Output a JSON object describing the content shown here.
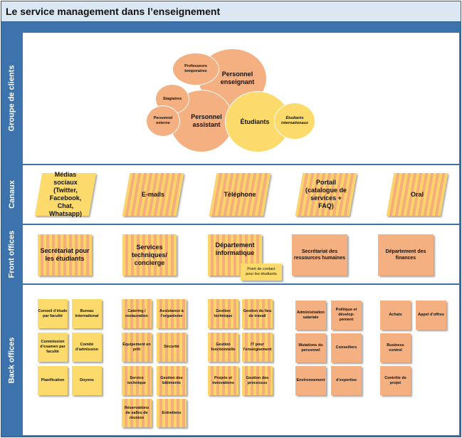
{
  "title": "Le service management dans l’enseignement",
  "lanes": {
    "clients": "Groupe de clients",
    "channels": "Canaux",
    "front": "Front offices",
    "back": "Back offices"
  },
  "clients": {
    "professeurs_temporaires": "Professeurs temporaires",
    "personnel_enseignant": "Personnel enseignant",
    "stagiaires": "Stagiaires",
    "personnel_externe": "Personnel externe",
    "personnel_assistant": "Personnel assistant",
    "etudiants": "Étudiants",
    "etudiants_internationaux": "Étudiants internationaux"
  },
  "channels": {
    "medias_sociaux": "Médias sociaux (Twitter, Facebook, Chat, Whatsapp)",
    "emails": "E-mails",
    "telephone": "Téléphone",
    "portail": "Portail (catalogue de services + FAQ)",
    "oral": "Oral"
  },
  "front": {
    "secretariat_etudiants": "Secrétariat pour les étudiants",
    "services_techniques": "Services techniques/ concierge",
    "departement_informatique": "Département informatique",
    "point_contact": "Point de contact pour les étudiants",
    "secretariat_rh": "Secrétariat des ressources humaines",
    "departement_finances": "Département des finances"
  },
  "back": {
    "conseil_etude": "Conseil d’étude par faculté",
    "bureau_international": "Bureau international",
    "commission_examen": "Commission d’examen par faculté",
    "comite_admission": "Comité d’admission",
    "planification": "Planification",
    "doyens": "Doyens",
    "catering": "Catering / restauration",
    "assistance": "Assistance à l’organisme",
    "equipement": "Équipement en prêt",
    "securite": "Sécurité",
    "service_technique": "Service technique",
    "gestion_batiments": "Gestion des bâtiments",
    "reservations_salles": "Réservations de salles de réunion",
    "entretiens": "Entretiens",
    "gestion_technique": "Gestion technique",
    "gestion_lieu_travail": "Gestion du lieu de travail",
    "gestion_fonctionnelle": "Gestion fonctionnelle",
    "it_enseignement": "IT pour l’enseignement",
    "projets_innovations": "Projets et innovations",
    "gestion_processus": "Gestion des processus",
    "administration_salariale": "Administration salariale",
    "politique_developpement": "Politique et dévelop- pement",
    "mutations_personnel": "Mutations du personnel",
    "conseillers": "Conseillers",
    "environnement": "Environnement",
    "expertise": "d’expertise",
    "achats": "Achats",
    "appel_offres": "Appel d’offres",
    "business_control": "Business control",
    "controle_projet": "Contrôle de projet"
  },
  "colors": {
    "frame_blue": "#3d73ad",
    "title_bg": "#dbe7f3",
    "yellow": "#fcdb6c",
    "orange": "#f4b081"
  }
}
